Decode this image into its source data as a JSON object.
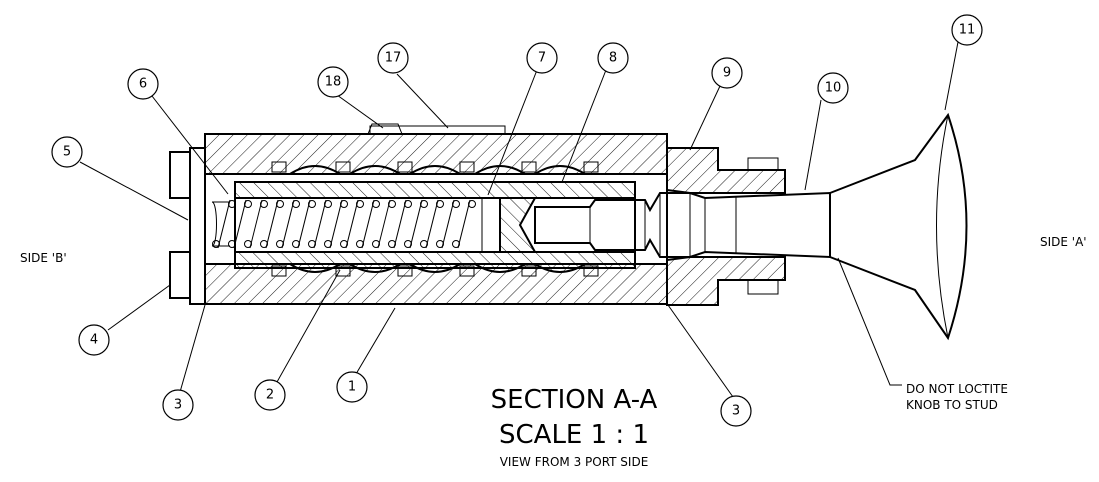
{
  "balloons": [
    "1",
    "2",
    "3",
    "3",
    "4",
    "5",
    "6",
    "7",
    "8",
    "9",
    "10",
    "11",
    "17",
    "18"
  ],
  "labels": {
    "side_b": "SIDE 'B'",
    "side_a": "SIDE 'A'",
    "note_line1": "DO NOT LOCTITE",
    "note_line2": "KNOB TO STUD"
  },
  "title": {
    "section": "SECTION A-A",
    "scale": "SCALE 1 : 1",
    "view": "VIEW FROM 3 PORT SIDE"
  }
}
